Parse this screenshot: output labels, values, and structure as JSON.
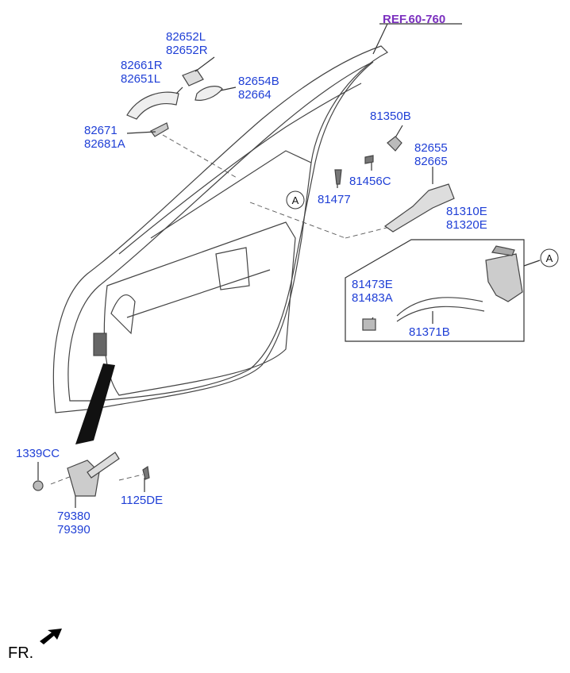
{
  "ref_label": "REF.60-760",
  "callouts": {
    "a_door": "A",
    "a_lock": "A"
  },
  "front_marker": "FR.",
  "parts": {
    "p82652": [
      "82652L",
      "82652R"
    ],
    "p82661": [
      "82661R",
      "82651L"
    ],
    "p82654": [
      "82654B",
      "82664"
    ],
    "p82671": [
      "82671",
      "82681A"
    ],
    "p81350": [
      "81350B"
    ],
    "p81456": [
      "81456C"
    ],
    "p82655": [
      "82655",
      "82665"
    ],
    "p81477": [
      "81477"
    ],
    "p81310": [
      "81310E",
      "81320E"
    ],
    "p81473": [
      "81473E",
      "81483A"
    ],
    "p81371": [
      "81371B"
    ],
    "p1339": [
      "1339CC"
    ],
    "p79380": [
      "79380",
      "79390"
    ],
    "p1125": [
      "1125DE"
    ]
  },
  "colors": {
    "label": "#1f3fd6",
    "ref": "#7b2fbf",
    "line": "#333333"
  },
  "icons": {
    "front_arrow": "arrow-icon"
  }
}
